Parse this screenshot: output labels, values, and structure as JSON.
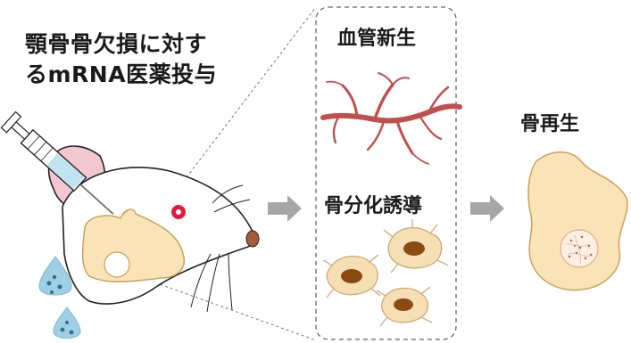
{
  "title_line1": "顎骨骨欠損に対す",
  "title_line2": "るmRNA医薬投与",
  "angiogenesis_label": "血管新生",
  "osteogenic_label": "骨分化誘導",
  "bone_regeneration_label": "骨再生",
  "colors": {
    "bone_fill": "#fbe3b8",
    "bone_stroke": "#c9a15a",
    "vessel": "#c0504d",
    "arrow": "#a6a6a6",
    "droplet": "#9ecfe5",
    "cell_nucleus": "#8b4a12"
  }
}
